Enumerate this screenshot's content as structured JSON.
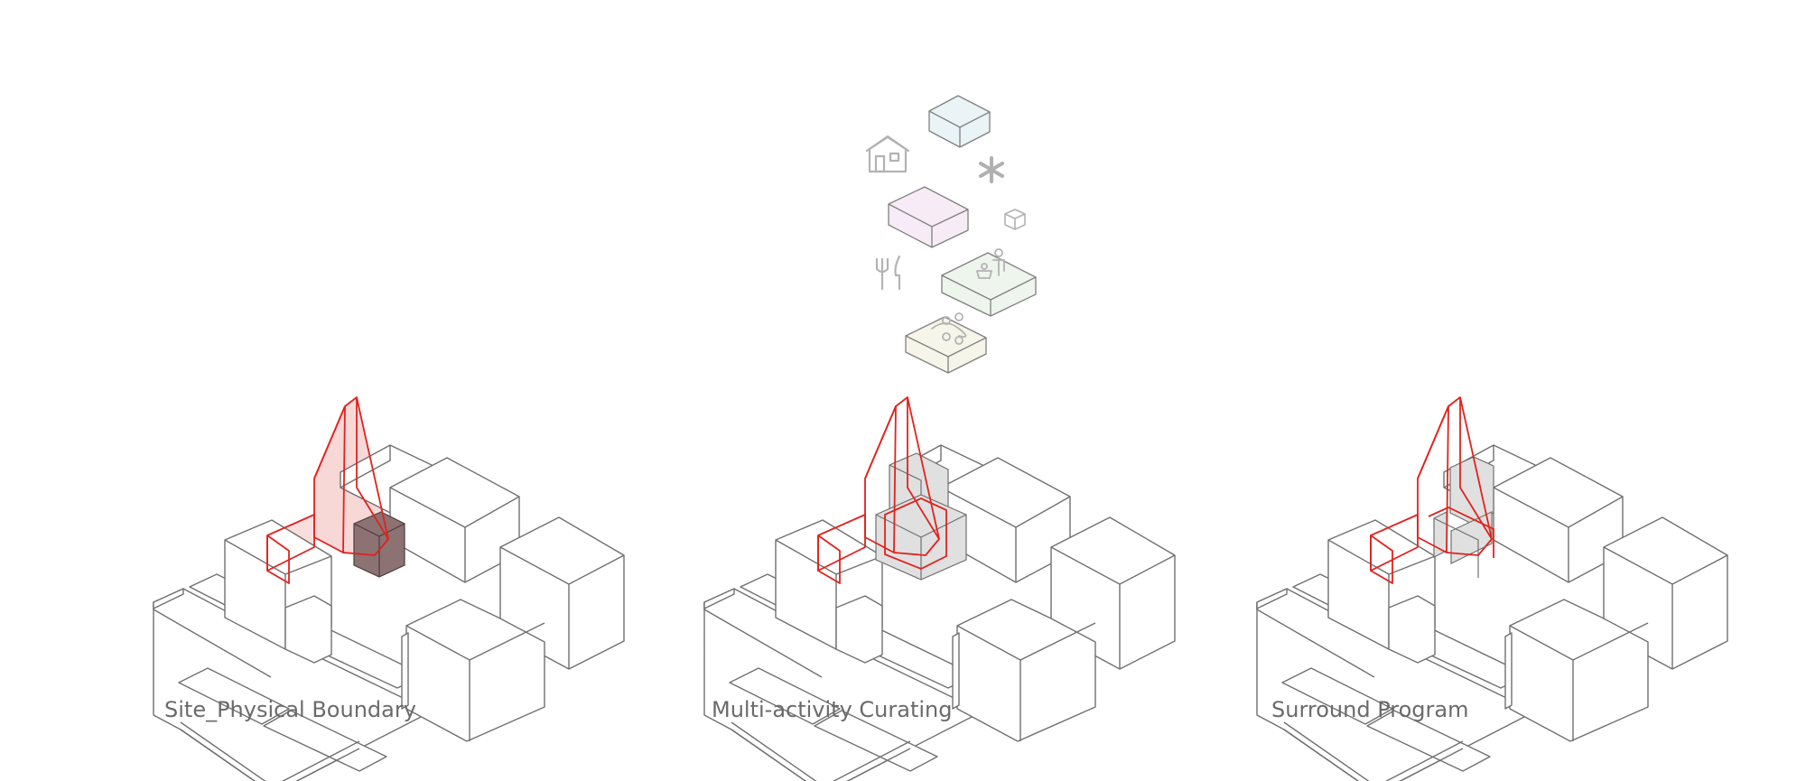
{
  "panels": [
    {
      "caption": "Site_Physical Boundary"
    },
    {
      "caption": "Multi-activity Curating"
    },
    {
      "caption": "Surround Program"
    }
  ],
  "colors": {
    "line": "#707070",
    "boundary": "#e0231e",
    "boundary_fill": "#f6c9c9",
    "existing_block": "#8c7272",
    "program_block": "#e0e0e0",
    "icon": "#b3b3b3",
    "box_blue": "#eaf4f6",
    "box_pink": "#f7ecf6",
    "box_green": "#eef5ec",
    "box_cream": "#f6f5ea"
  },
  "icons": [
    "house-icon",
    "asterisk-icon",
    "abc-block-icon",
    "cutlery-icon",
    "family-icon",
    "gathering-icon"
  ]
}
